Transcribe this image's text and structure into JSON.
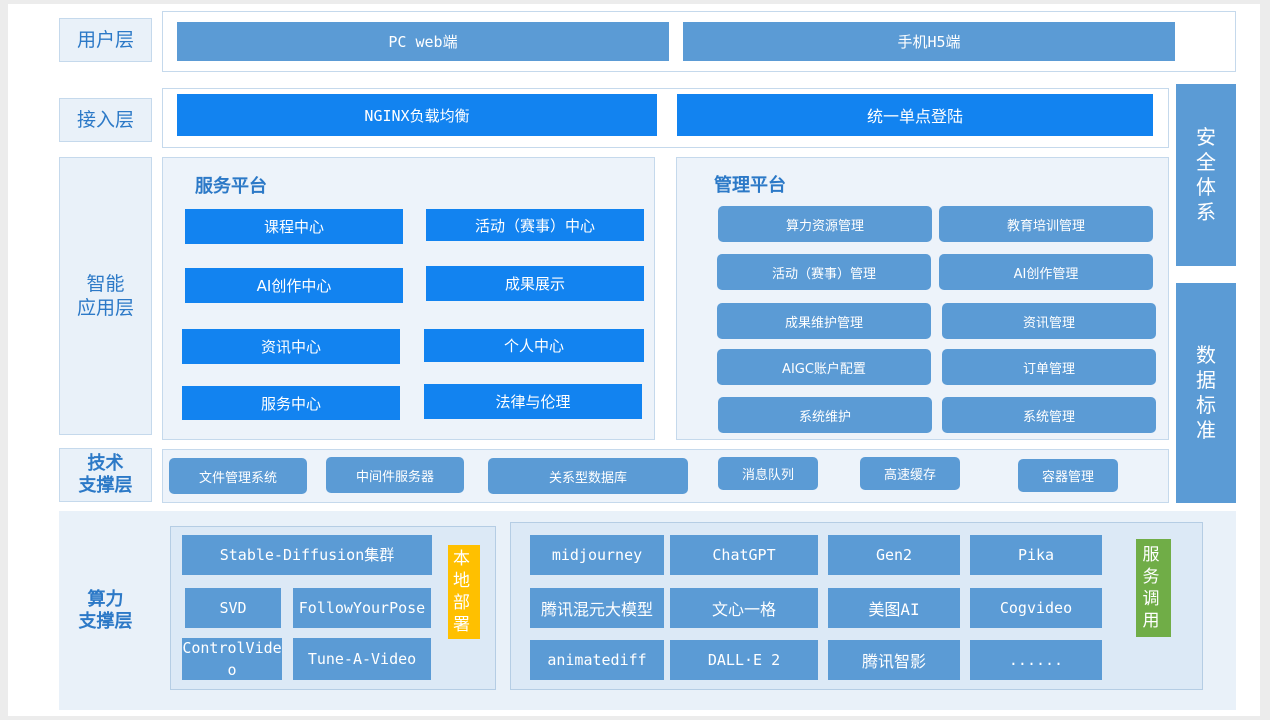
{
  "layers": {
    "user": "用户层",
    "access": "接入层",
    "app": "智能\n应用层",
    "tech": "技术\n支撑层",
    "compute": "算力\n支撑层"
  },
  "user_layer": {
    "pc": "PC web端",
    "mobile": "手机H5端"
  },
  "access_layer": {
    "nginx": "NGINX负载均衡",
    "sso": "统一单点登陆"
  },
  "service_platform": {
    "title": "服务平台",
    "items": [
      "课程中心",
      "活动（赛事）中心",
      "AI创作中心",
      "成果展示",
      "资讯中心",
      "个人中心",
      "服务中心",
      "法律与伦理"
    ]
  },
  "management_platform": {
    "title": "管理平台",
    "items": [
      "算力资源管理",
      "教育培训管理",
      "活动（赛事）管理",
      "AI创作管理",
      "成果维护管理",
      "资讯管理",
      "AIGC账户配置",
      "订单管理",
      "系统维护",
      "系统管理"
    ]
  },
  "tech_support": {
    "items": [
      "文件管理系统",
      "中间件服务器",
      "关系型数据库",
      "消息队列",
      "高速缓存",
      "容器管理"
    ]
  },
  "local_deploy": {
    "label": "本地部署",
    "items": [
      "Stable-Diffusion集群",
      "SVD",
      "FollowYourPose",
      "ControlVideo",
      "Tune-A-Video"
    ]
  },
  "service_call": {
    "label": "服务调用",
    "items": [
      "midjourney",
      "ChatGPT",
      "Gen2",
      "Pika",
      "腾讯混元大模型",
      "文心一格",
      "美图AI",
      "Cogvideo",
      "animatediff",
      "DALL·E 2",
      "腾讯智影",
      "......"
    ]
  },
  "side": {
    "security": "安全体系",
    "data": "数据标准"
  },
  "colors": {
    "primary": "#5b9bd5",
    "bright": "#1283f0",
    "label_text": "#2c79c7",
    "local": "#ffc000",
    "remote": "#70ad47"
  }
}
